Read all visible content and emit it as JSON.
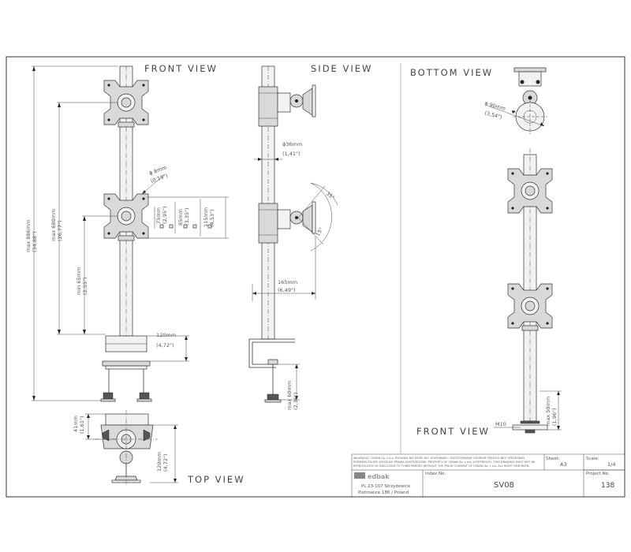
{
  "views": {
    "front": "FRONT VIEW",
    "side": "SIDE VIEW",
    "bottom": "BOTTOM VIEW",
    "top": "TOP VIEW",
    "front2": "FRONT VIEW"
  },
  "dimensions": {
    "max_886_mm": "max 886mm",
    "max_886_in": "(34,88\")",
    "max_680_mm": "max 680mm",
    "max_680_in": "(26,77\")",
    "min_65_mm": "min 65mm",
    "min_65_in": "(2,55\")",
    "phi8_mm": "ϕ 8mm",
    "phi8_in": "(0,19\")",
    "v75_mm": "75mm",
    "v75_in": "(2,95\")",
    "v85_mm": "85mm",
    "v85_in": "(3,35\")",
    "v115_mm": "115mm",
    "v115_in": "(4,53\")",
    "base120_mm": "120mm",
    "base120_in": "(4,72\")",
    "phi36_mm": "ϕ36mm",
    "phi36_in": "(1,41\")",
    "ang1": "35°",
    "ang2": "15°",
    "depth165_mm": "165mm",
    "depth165_in": "(6,49\")",
    "clamp60_mm": "max 60mm",
    "clamp60_in": "(2,36\")",
    "phi90_mm": "ϕ 90mm",
    "phi90_in": "(3,54\")",
    "top41_mm": "41mm",
    "top41_in": "(1,61\")",
    "top120_mm": "120mm",
    "top120_in": "(4,72\")",
    "m10": "M10",
    "max50_mm": "max 50mm",
    "max50_in": "(1,96\")"
  },
  "title_block": {
    "notice": [
      "WŁASNOŚĆ CEBAN Sp. z o.o. RYSUNEK NIE MOŻE BYĆ KOPIOWANY I UDOSTĘPNIANY OSOBOM TRZECIM BEZ UPRZEDNIEJ",
      "PISEMNEJ ZGODY. WSZELKIE PRAWA ZASTRZEŻONE. PROPERTY OF CEBAN Sp. z o.o. (COPYRIGHT). THIS DRAWING MUST NOT BE",
      "REPRODUCED OR DISCLOSED TO THIRD PARTIES WITHOUT THE PRIOR CONSENT OF CEBAN Sp. z o.o. ALL RIGHT RESERVED."
    ],
    "sheet_label": "Sheet:",
    "sheet_value": "A3",
    "scale_label": "Scale:",
    "scale_value": "1/4",
    "logo_text": "edbak",
    "index_label": "Index No.",
    "index_value": "SV08",
    "project_label": "Project No.",
    "project_value": "138",
    "address1": "PL 23-107 Strzyżewice",
    "address2": "Piotrowice 186 / Poland"
  }
}
